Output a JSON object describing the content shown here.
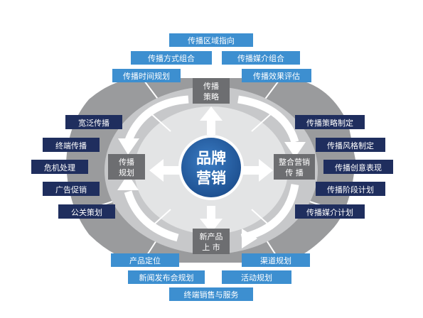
{
  "center": {
    "line1": "品牌",
    "line2": "营销"
  },
  "nodes": {
    "top": {
      "line1": "传播",
      "line2": "策略"
    },
    "left": {
      "line1": "传播",
      "line2": "规划"
    },
    "right": {
      "line1": "整合营销",
      "line2": "传    播"
    },
    "bottom": {
      "line1": "新产品",
      "line2": "上    市"
    }
  },
  "labels": {
    "top": [
      "传播区域指向",
      "传播方式组合",
      "传播媒介组合",
      "传播时间规划",
      "传播效果评估"
    ],
    "left": [
      "宽泛传播",
      "终端传播",
      "危机处理",
      "广告促销",
      "公关策划"
    ],
    "right": [
      "传播策略制定",
      "传播风格制定",
      "传播创意表现",
      "传播阶段计划",
      "传播媒介计划"
    ],
    "bottom": [
      "产品定位",
      "渠道规划",
      "新闻发布会规划",
      "活动规划",
      "终端销售与服务"
    ]
  },
  "colors": {
    "navy": "#1f2e5e",
    "blue": "#3d8fd0",
    "node": "#6d6e71",
    "center": "#1f5ea6",
    "outer": "#9a9b9d",
    "ring": "#c7c8ca",
    "inner": "#e3e4e5"
  }
}
